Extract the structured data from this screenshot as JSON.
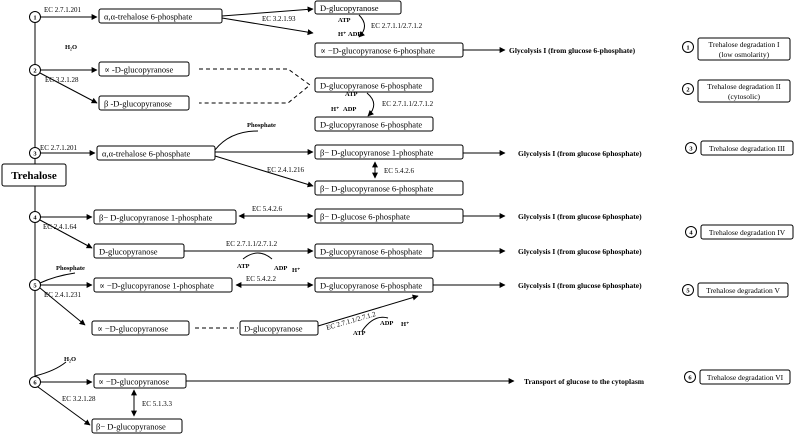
{
  "root": "Trehalose",
  "circle_numbers": [
    "1",
    "2",
    "3",
    "4",
    "5",
    "6"
  ],
  "compounds": {
    "tre6p": "α,α-trehalose 6-phosphate",
    "dglc": "D-glucopyranose",
    "a_glc6p": "∝ −D-glucopyranose 6-phosphate",
    "a_dglc": "∝ -D-glucopyranose",
    "b_dglc": "β -D-glucopyranose",
    "dglc6p": "D-glucopyranose 6-phosphate",
    "b_glc1p": "β− D-glucopyranose 1-phosphate",
    "b_glc6p": "β− D-glucopyranose 6-phosphate",
    "b_g6p": "β− D-glucose 6-phosphate",
    "a_glc1p": "∝ −D-glucopyranose 1-phosphate",
    "a_dglc_dash": "∝ −D-glucopyranose",
    "b_dglc_dash": "β− D-glucopyranose"
  },
  "enzymes": {
    "ec_27201": "EC 2.7.1.201",
    "ec_32193": "EC 3.2.1.93",
    "ec_kinase": "EC 2.7.1.1/2.7.1.2",
    "ec_32128": "EC 3.2.1.28",
    "ec_241216": "EC 2.4.1.216",
    "ec_5426": "EC 5.4.2.6",
    "ec_24164": "EC 2.4.1.64",
    "ec_5422": "EC 5.4.2.2",
    "ec_241231": "EC 2.4.1.231",
    "ec_5133": "EC 5.1.3.3"
  },
  "cofactors": {
    "atp": "ATP",
    "adp": "ADP",
    "h": "H⁺",
    "h2o": "H₂O",
    "phosphate": "Phosphate"
  },
  "results": {
    "glycolysis": "Glycolysis I (from glucose 6-phosphate)",
    "glycolysis_alt": "Glycolysis I (from glucose 6phosphate)",
    "transport": "Transport of glucose to the cytoplasm"
  },
  "pathways": [
    {
      "num": "1",
      "line1": "Trehalose degradation I",
      "line2": "(low osmolarity)"
    },
    {
      "num": "2",
      "line1": "Trehalose degradation II",
      "line2": "(cytosolic)"
    },
    {
      "num": "3",
      "line1": "Trehalose degradation III",
      "line2": ""
    },
    {
      "num": "4",
      "line1": "Trehalose degradation IV",
      "line2": ""
    },
    {
      "num": "5",
      "line1": "Trehalose degradation V",
      "line2": ""
    },
    {
      "num": "6",
      "line1": "Trehalose degradation VI",
      "line2": ""
    }
  ]
}
